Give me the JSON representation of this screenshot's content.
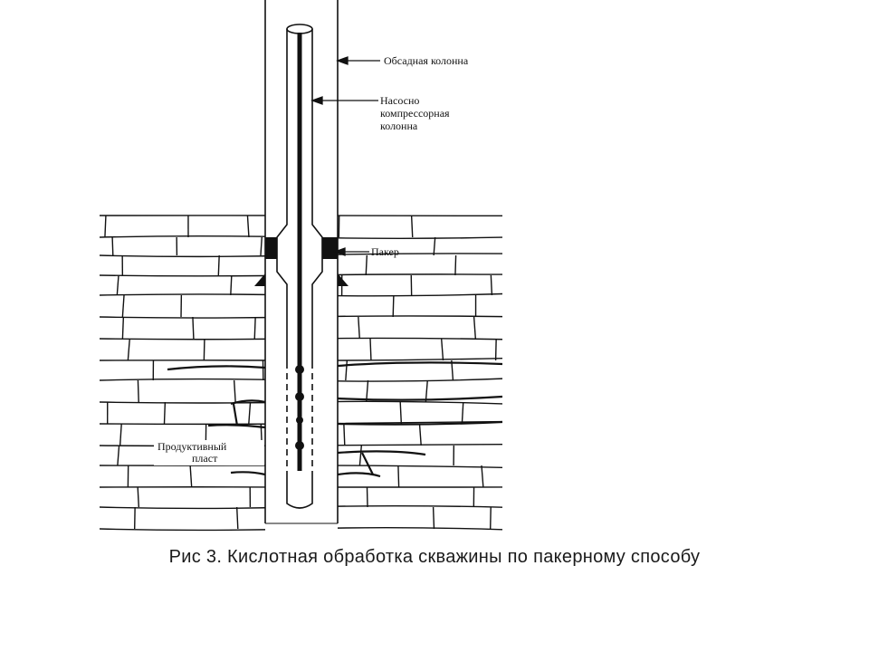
{
  "diagram": {
    "labels": {
      "casing": "Обсадная колонна",
      "tubing_line1": "Насосно",
      "tubing_line2": "компрессорная",
      "tubing_line3": "колонна",
      "packer": "Пакер",
      "formation_line1": "Продуктивный",
      "formation_line2": "пласт"
    }
  },
  "caption": "Рис 3. Кислотная обработка скважины по пакерному способу"
}
